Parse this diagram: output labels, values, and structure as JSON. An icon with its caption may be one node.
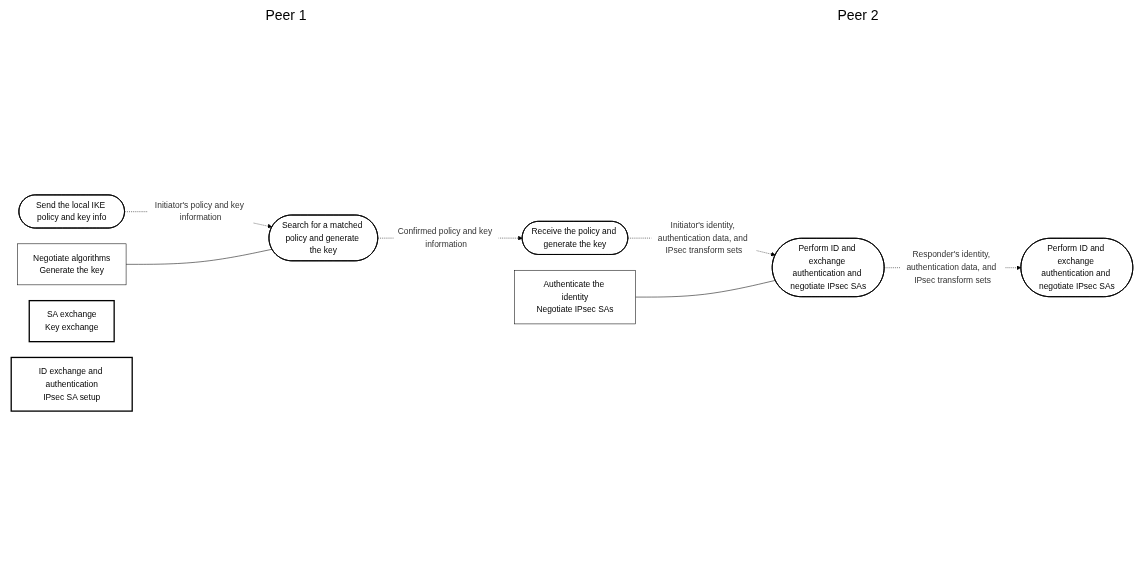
{
  "diagram": {
    "nodes": [
      {
        "text": [
          "Send the local IKE policy and key info"
        ]
      },
      {
        "text": [
          "Search for a matched policy and generate the key"
        ]
      },
      {
        "text": [
          "Negotiate algorithms",
          "Generate the key"
        ]
      },
      {
        "text": [
          "SA exchange",
          "Key exchange"
        ]
      },
      {
        "text": [
          "Receive the policy and generate the key"
        ]
      },
      {
        "text": [
          "Authenticate the identity",
          "Negotiate IPsec SAs"
        ]
      },
      {
        "text": [
          "Perform ID and exchange authentication and negotiate IPsec SAs"
        ]
      },
      {
        "text": [
          "ID exchange and authentication",
          "IPsec SA setup"
        ]
      },
      {
        "text": [
          "Perform ID and exchange authentication and negotiate IPsec SAs"
        ]
      }
    ],
    "edges": [
      {
        "from": 0,
        "to": 1,
        "arrow": "to",
        "style": "dashed",
        "label": "Initiator's policy and key information"
      },
      {
        "from": 2,
        "to": 1,
        "arrow": "none"
      },
      {
        "from": 1,
        "to": 4,
        "arrow": "to",
        "style": "dashed",
        "label": "Confirmed policy and key information"
      },
      {
        "from": 4,
        "to": 6,
        "arrow": "to",
        "style": "dashed",
        "label": "Initiator's identity, authentication data, and IPsec transform sets"
      },
      {
        "from": 5,
        "to": 6,
        "arrow": "none"
      },
      {
        "from": 6,
        "to": 8,
        "arrow": "to",
        "style": "dashed",
        "label": "Responder's identity, authentication data, and IPsec transform sets"
      }
    ],
    "labels": [
      "Peer 1",
      "Peer 2"
    ]
  }
}
